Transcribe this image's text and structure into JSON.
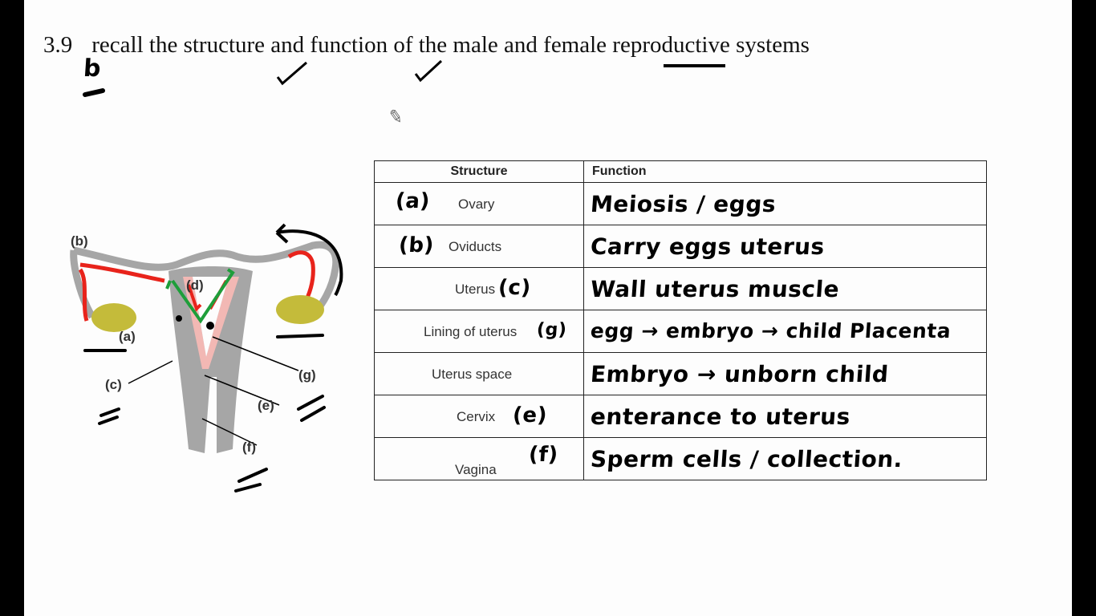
{
  "heading": {
    "number": "3.9",
    "text_before": "recall the ",
    "word_structure": "structure",
    "text_mid1": " and ",
    "word_function": "function",
    "text_mid2": " of the male and ",
    "word_female": "female",
    "text_after": " reproductive systems",
    "annotation": "b"
  },
  "diagram": {
    "labels": [
      "(a)",
      "(b)",
      "(c)",
      "(d)",
      "(e)",
      "(f)",
      "(g)"
    ]
  },
  "table": {
    "headers": [
      "Structure",
      "Function"
    ],
    "rows": [
      {
        "mark": "(a)",
        "structure": "Ovary",
        "function": "Meiosis / eggs"
      },
      {
        "mark": "(b)",
        "structure": "Oviducts",
        "function": "Carry eggs uterus"
      },
      {
        "mark": "(c)",
        "structure": "Uterus",
        "function": "Wall uterus muscle"
      },
      {
        "mark": "(g)",
        "structure": "Lining of uterus",
        "function": "egg → embryo → child Placenta"
      },
      {
        "mark": "",
        "structure": "Uterus space",
        "function": "Embryo → unborn child"
      },
      {
        "mark": "(e)",
        "structure": "Cervix",
        "function": "enterance to uterus"
      },
      {
        "mark": "(f)",
        "structure": "Vagina",
        "function": "Sperm cells / collection."
      }
    ]
  },
  "colors": {
    "red": "#e8231b",
    "green": "#1e9e3a",
    "tissue": "#a6a6a6",
    "lining": "#f2b8b4",
    "ovary": "#c4bb3a"
  }
}
